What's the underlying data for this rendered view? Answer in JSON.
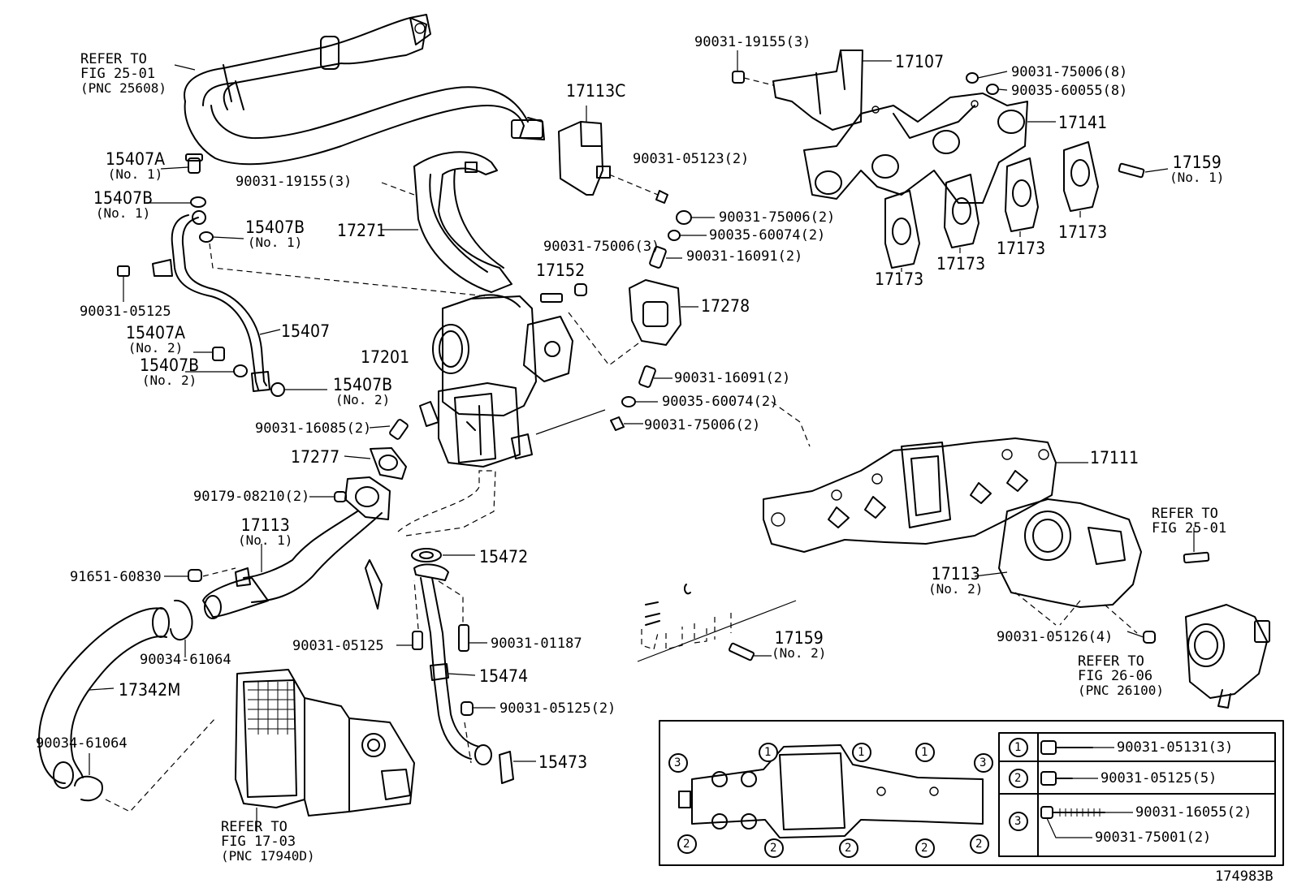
{
  "diagram_id": "174983B",
  "refs": {
    "fig2501_top": {
      "l1": "REFER TO",
      "l2": "FIG 25-01",
      "l3": "(PNC 25608)"
    },
    "fig2501_right": {
      "l1": "REFER TO",
      "l2": "FIG 25-01"
    },
    "fig2606": {
      "l1": "REFER TO",
      "l2": "FIG 26-06",
      "l3": "(PNC 26100)"
    },
    "fig1703": {
      "l1": "REFER TO",
      "l2": "FIG 17-03",
      "l3": "(PNC 17940D)"
    }
  },
  "labels": {
    "p15407A_1": "15407A",
    "p15407A_1_sub": "(No. 1)",
    "p15407B_1": "15407B",
    "p15407B_1_sub": "(No. 1)",
    "p15407B_1b": "15407B",
    "p15407B_1b_sub": "(No. 1)",
    "p90031_19155_left": "90031-19155(3)",
    "p17271": "17271",
    "p90031_05125_a": "90031-05125",
    "p15407": "15407",
    "p15407A_2": "15407A",
    "p15407A_2_sub": "(No. 2)",
    "p15407B_2": "15407B",
    "p15407B_2_sub": "(No. 2)",
    "p15407B_2b": "15407B",
    "p15407B_2b_sub": "(No. 2)",
    "p17201": "17201",
    "p17113C": "17113C",
    "p90031_05123": "90031-05123(2)",
    "p90031_75006_3": "90031-75006(3)",
    "p17152": "17152",
    "p90031_75006_2a": "90031-75006(2)",
    "p90035_60074_a": "90035-60074(2)",
    "p90031_16091_a": "90031-16091(2)",
    "p17278": "17278",
    "p90031_16091_b": "90031-16091(2)",
    "p90035_60074_b": "90035-60074(2)",
    "p90031_75006_2b": "90031-75006(2)",
    "p90031_16085": "90031-16085(2)",
    "p17277": "17277",
    "p90179_08210": "90179-08210(2)",
    "p17113_1": "17113",
    "p17113_1_sub": "(No. 1)",
    "p91651_60830": "91651-60830",
    "p90034_61064_a": "90034-61064",
    "p17342M": "17342M",
    "p90034_61064_b": "90034-61064",
    "p15472": "15472",
    "p90031_05125_b": "90031-05125",
    "p90031_01187": "90031-01187",
    "p15474": "15474",
    "p90031_05125_2": "90031-05125(2)",
    "p15473": "15473",
    "p90031_19155_top": "90031-19155(3)",
    "p17107": "17107",
    "p90031_75006_8": "90031-75006(8)",
    "p90035_60055_8": "90035-60055(8)",
    "p17141": "17141",
    "p17159_1": "17159",
    "p17159_1_sub": "(No. 1)",
    "p17173_a": "17173",
    "p17173_b": "17173",
    "p17173_c": "17173",
    "p17173_d": "17173",
    "p17111": "17111",
    "p17113_2": "17113",
    "p17113_2_sub": "(No. 2)",
    "p90031_05126": "90031-05126(4)",
    "p17159_2": "17159",
    "p17159_2_sub": "(No. 2)"
  },
  "legend": {
    "rows": [
      {
        "num": "1",
        "parts": [
          "90031-05131(3)"
        ]
      },
      {
        "num": "2",
        "parts": [
          "90031-05125(5)"
        ]
      },
      {
        "num": "3",
        "parts": [
          "90031-16055(2)",
          "90031-75001(2)"
        ]
      }
    ],
    "gasket_markers": [
      "3",
      "1",
      "1",
      "1",
      "3",
      "2",
      "2",
      "2",
      "2",
      "2"
    ]
  }
}
